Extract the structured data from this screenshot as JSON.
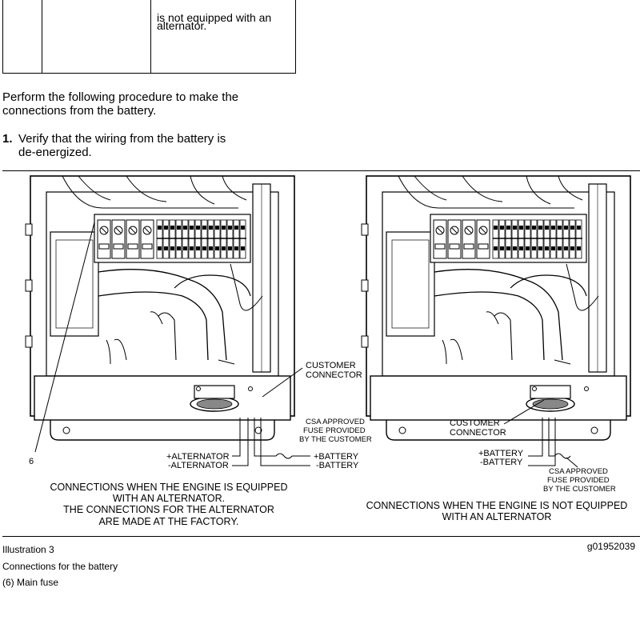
{
  "table": {
    "partial_line": "is not equipped with an",
    "last_line": "alternator."
  },
  "intro": {
    "line1": "Perform the following procedure to make the",
    "line2": "connections from the battery."
  },
  "step1": {
    "number": "1.",
    "line1": "Verify that the wiring from the battery is",
    "line2": "de-energized."
  },
  "figure": {
    "left": {
      "customer_connector_1": "CUSTOMER",
      "customer_connector_2": "CONNECTOR",
      "csa_1": "CSA APPROVED",
      "csa_2": "FUSE PROVIDED",
      "csa_3": "BY THE CUSTOMER",
      "plus_alt": "+ALTERNATOR",
      "minus_alt": "-ALTERNATOR",
      "plus_bat": "+BATTERY",
      "minus_bat": "-BATTERY",
      "callout": "6",
      "caption_1": "CONNECTIONS WHEN THE ENGINE IS EQUIPPED",
      "caption_2": "WITH AN ALTERNATOR.",
      "caption_3": "THE CONNECTIONS FOR THE ALTERNATOR",
      "caption_4": "ARE MADE AT THE FACTORY."
    },
    "right": {
      "customer_connector_1": "CUSTOMER",
      "customer_connector_2": "CONNECTOR",
      "plus_bat": "+BATTERY",
      "minus_bat": "-BATTERY",
      "csa_1": "CSA APPROVED",
      "csa_2": "FUSE PROVIDED",
      "csa_3": "BY THE CUSTOMER",
      "caption_1": "CONNECTIONS WHEN THE ENGINE IS NOT EQUIPPED",
      "caption_2": "WITH AN ALTERNATOR"
    }
  },
  "footer": {
    "illustration": "Illustration 3",
    "image_id": "g01952039",
    "caption": "Connections for the battery",
    "legend": "(6) Main fuse"
  }
}
